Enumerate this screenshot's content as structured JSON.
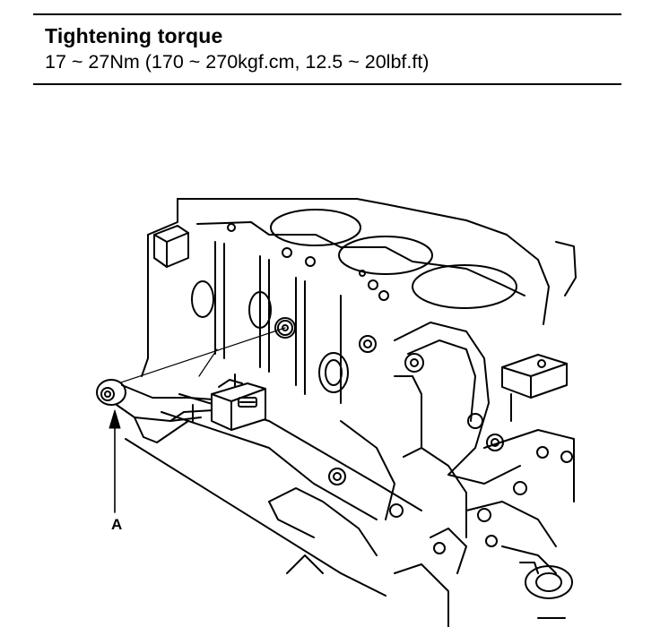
{
  "spec": {
    "title": "Tightening torque",
    "value": "17 ~ 27Nm (170 ~ 270kgf.cm, 12.5 ~ 20lbf.ft)"
  },
  "figure": {
    "callouts": [
      {
        "id": "A",
        "label": "A"
      }
    ]
  }
}
